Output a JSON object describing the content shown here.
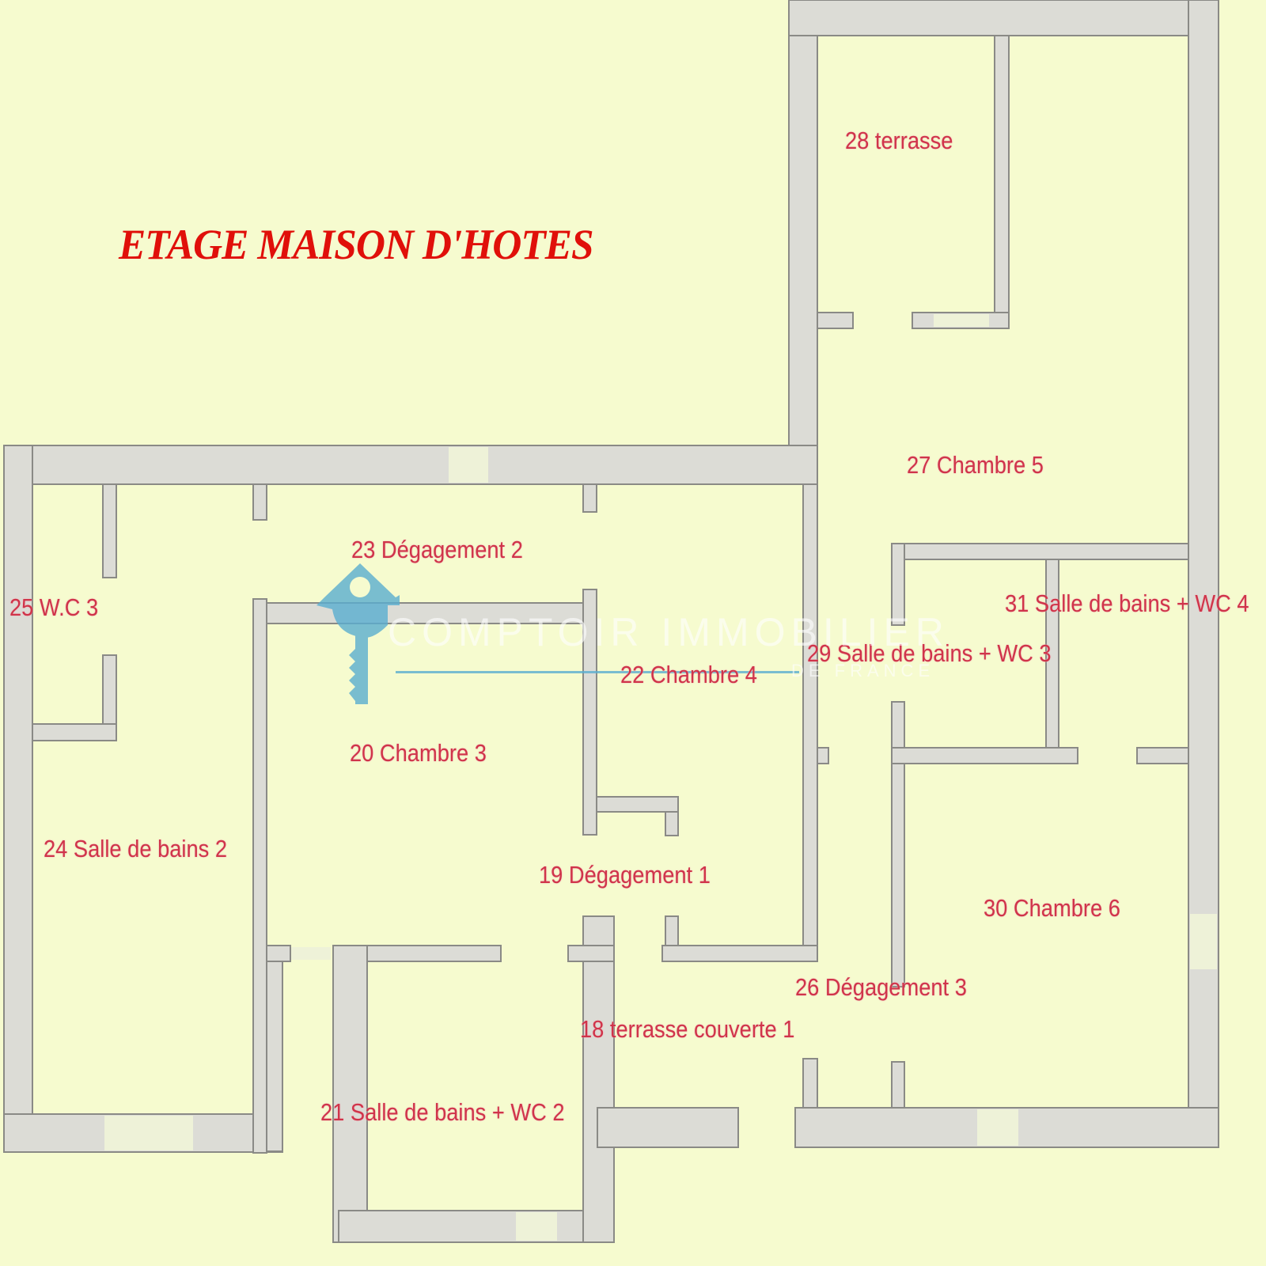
{
  "title": "ETAGE MAISON D'HOTES",
  "rooms": [
    {
      "id": "18",
      "label": "18 terrasse couverte 1"
    },
    {
      "id": "19",
      "label": "19 Dégagement 1"
    },
    {
      "id": "20",
      "label": "20 Chambre 3"
    },
    {
      "id": "21",
      "label": "21 Salle de bains + WC 2"
    },
    {
      "id": "22",
      "label": "22 Chambre 4"
    },
    {
      "id": "23",
      "label": "23 Dégagement 2"
    },
    {
      "id": "24",
      "label": "24 Salle de bains 2"
    },
    {
      "id": "25",
      "label": "25 W.C 3"
    },
    {
      "id": "26",
      "label": "26 Dégagement 3"
    },
    {
      "id": "27",
      "label": "27 Chambre 5"
    },
    {
      "id": "28",
      "label": "28 terrasse"
    },
    {
      "id": "29",
      "label": "29 Salle de bains + WC 3"
    },
    {
      "id": "30",
      "label": "30 Chambre 6"
    },
    {
      "id": "31",
      "label": "31 Salle de bains + WC 4"
    }
  ],
  "watermark": {
    "line1": "COMPTOIR IMMOBILIER",
    "line2": "DE FRANCE",
    "icon": "house-key-icon",
    "color": "#5aaed0"
  },
  "colors": {
    "background": "#f6fbcf",
    "label": "#d0344a",
    "title": "#e0100a",
    "wall": "#dcdcd6"
  }
}
